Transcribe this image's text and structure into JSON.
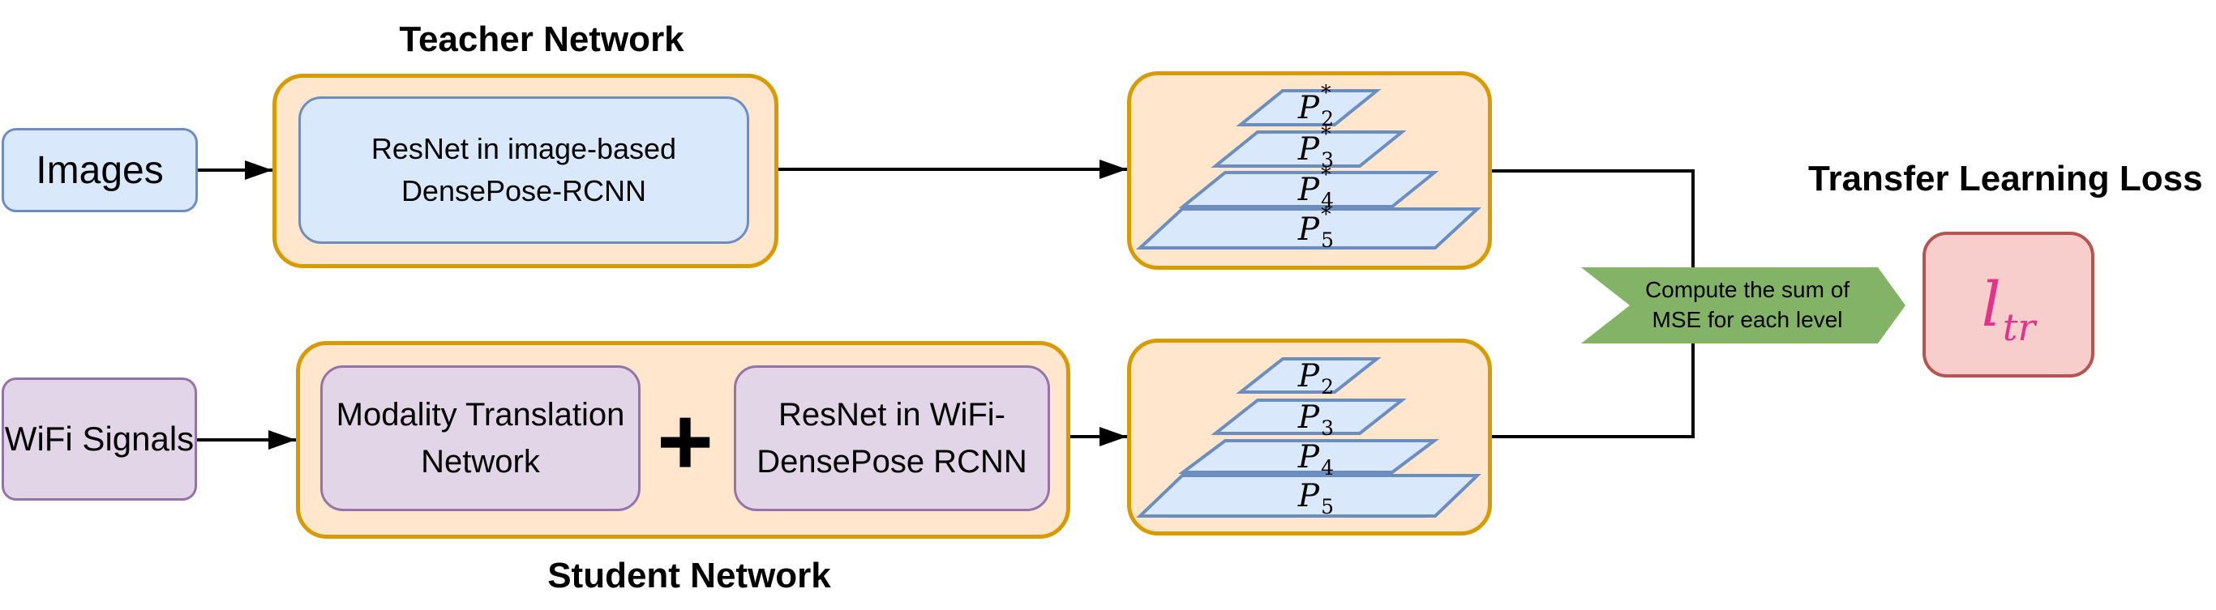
{
  "colors": {
    "blue_fill": "#dae8fc",
    "blue_stroke": "#6c8ebf",
    "orange_fill": "#ffe6cc",
    "orange_stroke": "#d79b00",
    "purple_fill": "#e1d5e7",
    "purple_stroke": "#9673a6",
    "pink_fill": "#f8cecc",
    "pink_stroke": "#b85450",
    "green_banner": "#82b366",
    "loss_symbol": "#e0348c",
    "arrow": "#000000"
  },
  "teacher": {
    "title": "Teacher Network",
    "input_label": "Images",
    "backbone_line1": "ResNet in image-based",
    "backbone_line2": "DensePose-RCNN",
    "pyramid": [
      {
        "base": "P",
        "sub": "2",
        "sup": "*"
      },
      {
        "base": "P",
        "sub": "3",
        "sup": "*"
      },
      {
        "base": "P",
        "sub": "4",
        "sup": "*"
      },
      {
        "base": "P",
        "sub": "5",
        "sup": "*"
      }
    ]
  },
  "student": {
    "title": "Student Network",
    "input_label": "WiFi Signals",
    "translation_line1": "Modality Translation",
    "translation_line2": "Network",
    "plus": "+",
    "backbone_line1": "ResNet in WiFi-",
    "backbone_line2": "DensePose RCNN",
    "pyramid": [
      {
        "base": "P",
        "sub": "2",
        "sup": ""
      },
      {
        "base": "P",
        "sub": "3",
        "sup": ""
      },
      {
        "base": "P",
        "sub": "4",
        "sup": ""
      },
      {
        "base": "P",
        "sub": "5",
        "sup": ""
      }
    ]
  },
  "loss": {
    "title": "Transfer Learning Loss",
    "banner_line1": "Compute the sum of",
    "banner_line2": "MSE for each level",
    "symbol_base": "l",
    "symbol_sub": "tr"
  }
}
